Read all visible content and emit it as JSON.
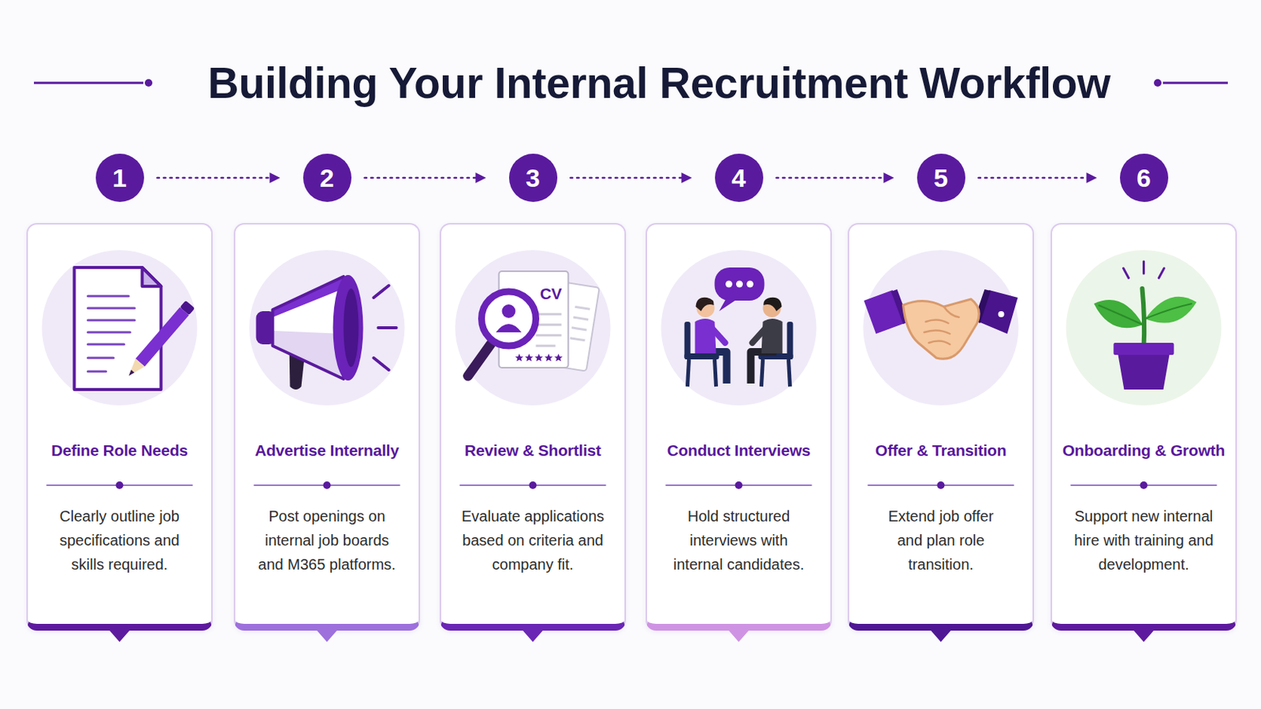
{
  "diagram": {
    "title": "Building Your Internal Recruitment Workflow",
    "nodes": [
      {
        "text": [
          "1"
        ]
      },
      {
        "text": [
          "2"
        ]
      },
      {
        "text": [
          "3"
        ]
      },
      {
        "text": [
          "4"
        ]
      },
      {
        "text": [
          "5"
        ]
      },
      {
        "text": [
          "6"
        ]
      },
      {
        "text": [
          "Define Role Needs",
          "Clearly outline job specifications and skills required."
        ]
      },
      {
        "text": [
          "Advertise Internally",
          "Post openings on internal job boards and M365 platforms."
        ]
      },
      {
        "text": [
          "Review & Shortlist",
          "Evaluate applications based on criteria and company fit."
        ]
      },
      {
        "text": [
          "Conduct Interviews",
          "Hold structured interviews with internal candidates."
        ]
      },
      {
        "text": [
          "Offer & Transition",
          "Extend job offer and plan role transition."
        ]
      },
      {
        "text": [
          "Onboarding & Growth",
          "Support new internal hire with training and development."
        ]
      }
    ],
    "edges": [
      {
        "from": 0,
        "to": 1,
        "arrow": "to"
      },
      {
        "from": 1,
        "to": 2,
        "arrow": "to"
      },
      {
        "from": 2,
        "to": 3,
        "arrow": "to"
      },
      {
        "from": 3,
        "to": 4,
        "arrow": "to"
      },
      {
        "from": 4,
        "to": 5,
        "arrow": "to"
      }
    ],
    "labels": [
      "CV"
    ]
  }
}
